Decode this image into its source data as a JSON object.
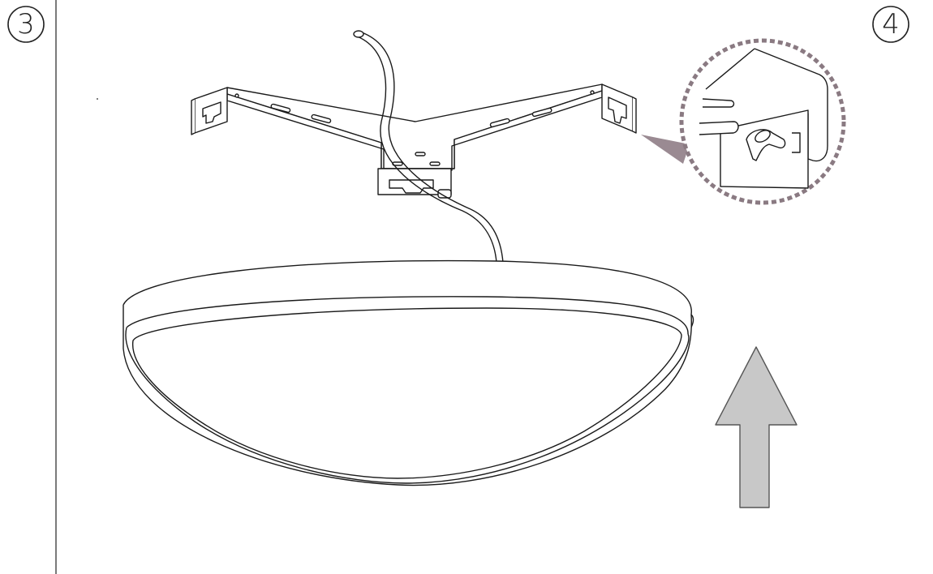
{
  "diagram": {
    "steps": [
      {
        "label": "3"
      },
      {
        "label": "4"
      }
    ],
    "colors": {
      "line": "#1a1a1a",
      "detail_circle": "#8a7a82",
      "detail_pointer": "#9a8a92",
      "arrow_fill": "#c8c8c8",
      "arrow_stroke": "#555555",
      "divider": "#222222"
    },
    "components": [
      "mounting-bracket",
      "power-cable",
      "ceiling-lamp",
      "detail-magnifier",
      "up-arrow"
    ]
  }
}
